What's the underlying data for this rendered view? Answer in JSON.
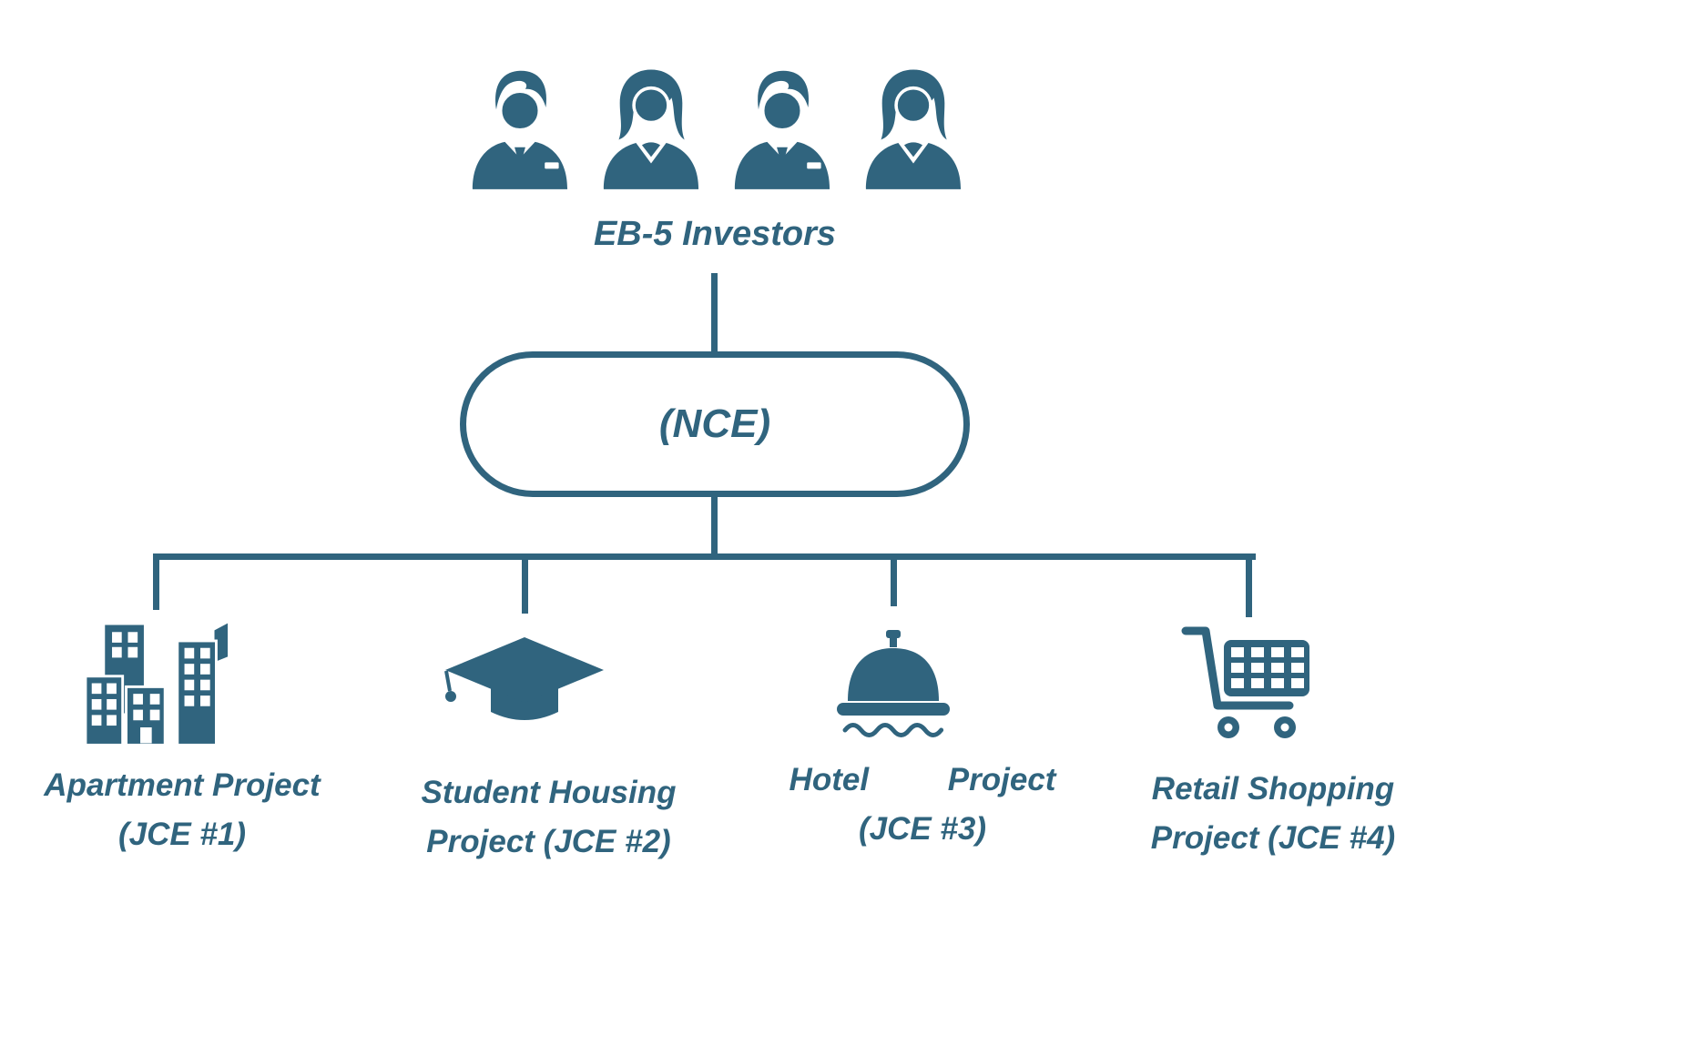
{
  "diagram": {
    "accent_color": "#30647e",
    "background_color": "#ffffff",
    "investors": {
      "label": "EB-5 Investors",
      "icon_count": 4,
      "icons": [
        "businessman-icon",
        "businesswoman-icon",
        "businessman-icon",
        "businesswoman-icon"
      ]
    },
    "nce": {
      "label": "(NCE)"
    },
    "projects": [
      {
        "name": "apartment-project",
        "icon": "buildings-icon",
        "line1": "Apartment Project",
        "line2": "(JCE #1)"
      },
      {
        "name": "student-housing-project",
        "icon": "graduation-cap-icon",
        "line1": "Student Housing",
        "line2": "Project (JCE #2)"
      },
      {
        "name": "hotel-project",
        "icon": "hotel-bell-icon",
        "line1": "Hotel Project",
        "line2": "(JCE #3)"
      },
      {
        "name": "retail-shopping-project",
        "icon": "shopping-cart-icon",
        "line1": "Retail Shopping",
        "line2": "Project (JCE #4)"
      }
    ]
  }
}
